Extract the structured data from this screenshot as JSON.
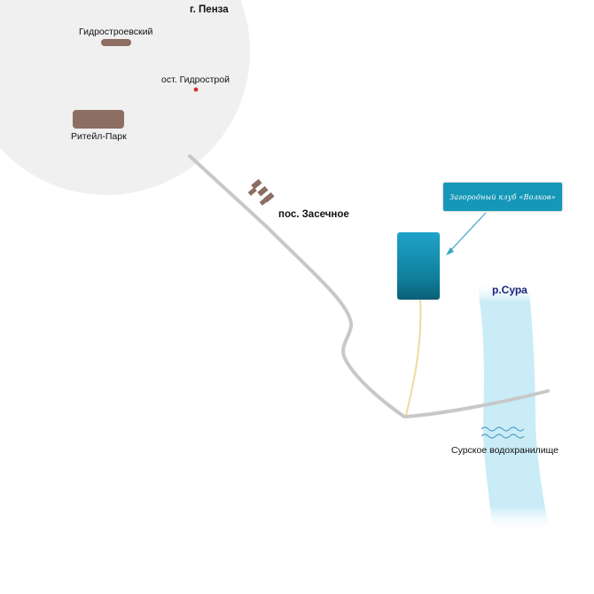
{
  "city": {
    "title": "г. Пенза",
    "districts": [
      "Гидростроевский",
      "Ритейл-Парк"
    ],
    "bus_stop": "ост. Гидрострой"
  },
  "settlement": {
    "label": "пос. Засечное"
  },
  "club": {
    "sign_text": "Загородный клуб «Волков»"
  },
  "river": {
    "label": "р.Сура"
  },
  "reservoir": {
    "label": "Сурское водохранилище"
  },
  "colors": {
    "city_zone": "#f0f0f0",
    "road": "#c8c8c8",
    "access_road": "#eadc9c",
    "river": "#c9ecf6",
    "building": "#8d6e63",
    "club": "#1597b8",
    "stop_marker": "#d32f2f",
    "river_label": "#1a237e"
  }
}
